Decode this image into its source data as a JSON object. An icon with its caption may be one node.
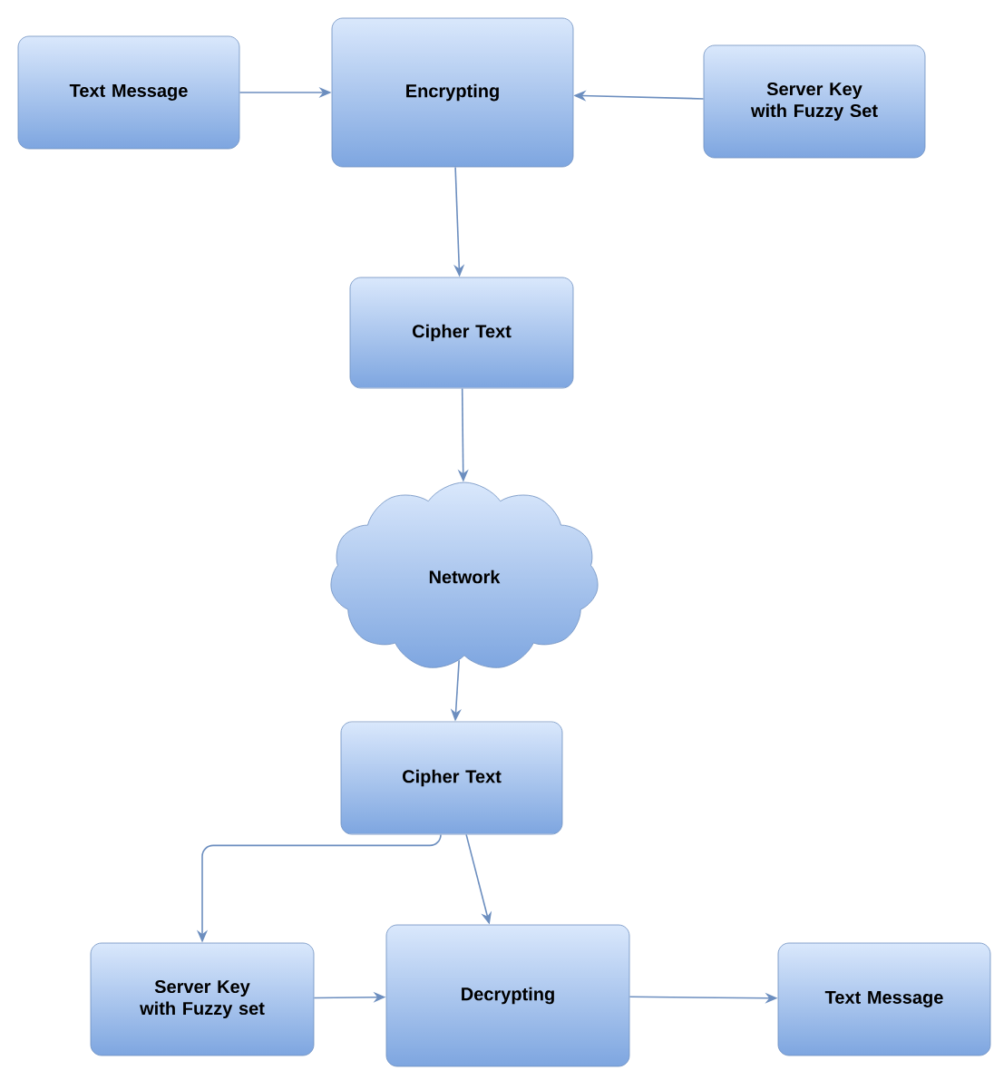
{
  "diagram": {
    "nodes": [
      {
        "text": [
          "Text Message"
        ]
      },
      {
        "text": [
          "Encrypting"
        ]
      },
      {
        "text": [
          "Server Key with Fuzzy Set"
        ]
      },
      {
        "text": [
          "Cipher Text"
        ]
      },
      {
        "text": [
          "Network"
        ]
      },
      {
        "text": [
          "Cipher Text"
        ]
      },
      {
        "text": [
          "Server Key with Fuzzy set"
        ]
      },
      {
        "text": [
          "Decrypting"
        ]
      },
      {
        "text": [
          "Text Message"
        ]
      }
    ],
    "edges": [
      {
        "from": 0,
        "to": 1,
        "arrow": "to"
      },
      {
        "from": 2,
        "to": 1,
        "arrow": "to"
      },
      {
        "from": 1,
        "to": 3,
        "arrow": "to"
      },
      {
        "from": 3,
        "to": 4,
        "arrow": "to"
      },
      {
        "from": 4,
        "to": 5,
        "arrow": "to"
      },
      {
        "from": 5,
        "to": 6,
        "arrow": "to"
      },
      {
        "from": 5,
        "to": 7,
        "arrow": "to"
      },
      {
        "from": 6,
        "to": 7,
        "arrow": "to"
      },
      {
        "from": 7,
        "to": 8,
        "arrow": "to"
      }
    ]
  }
}
